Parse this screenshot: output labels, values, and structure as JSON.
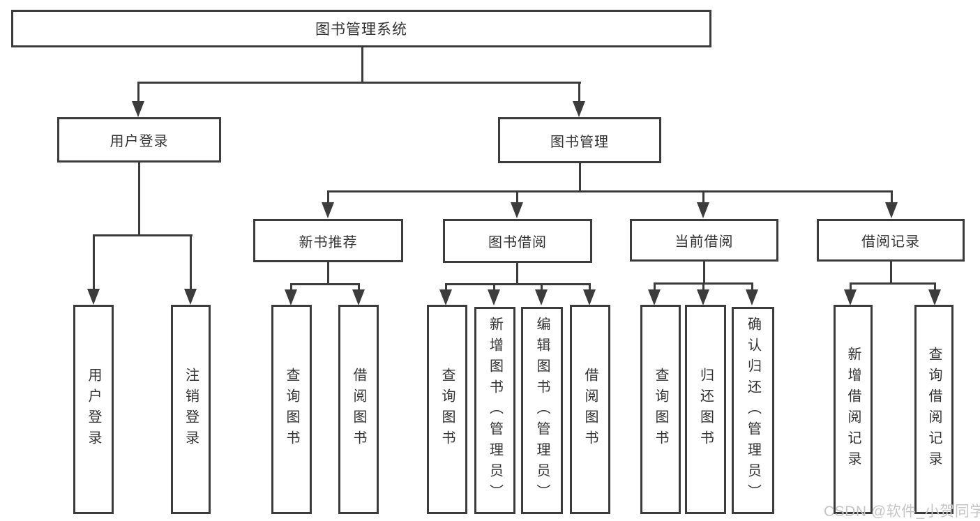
{
  "diagram": {
    "root": "图书管理系统",
    "branches": [
      {
        "label": "用户登录",
        "children": [
          "用户登录",
          "注销登录"
        ]
      },
      {
        "label": "图书管理",
        "sections": [
          {
            "label": "新书推荐",
            "children": [
              "查询图书",
              "借阅图书"
            ]
          },
          {
            "label": "图书借阅",
            "children": [
              "查询图书",
              "新增图书（管理员）",
              "编辑图书（管理员）",
              "借阅图书"
            ]
          },
          {
            "label": "当前借阅",
            "children": [
              "查询图书",
              "归还图书",
              "确认归还（管理员）"
            ]
          },
          {
            "label": "借阅记录",
            "children": [
              "新增借阅记录",
              "查询借阅记录"
            ]
          }
        ]
      }
    ]
  },
  "watermark": "CSDN @软件_小贺同学",
  "colors": {
    "line": "#3c3c3c",
    "text": "#333333",
    "background": "#ffffff",
    "watermark": "#c6c6c6"
  }
}
